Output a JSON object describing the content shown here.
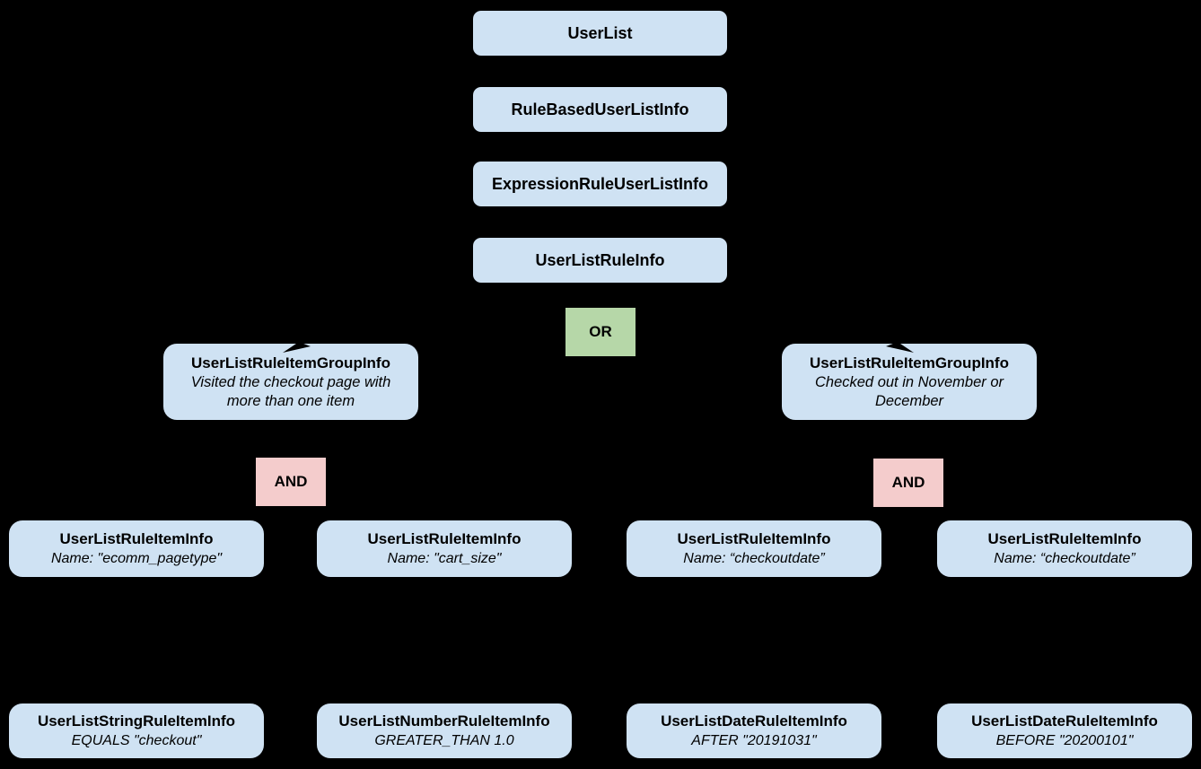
{
  "diagram": {
    "background_color": "#000000",
    "colors": {
      "node_fill": "#cfe2f3",
      "or_fill": "#b6d7a8",
      "and_fill": "#f4cccc",
      "text": "#000000"
    },
    "chain": [
      {
        "label": "UserList"
      },
      {
        "label": "RuleBasedUserListInfo"
      },
      {
        "label": "ExpressionRuleUserListInfo"
      },
      {
        "label": "UserListRuleInfo"
      }
    ],
    "operators": {
      "or": "OR",
      "and_left": "AND",
      "and_right": "AND"
    },
    "groups": [
      {
        "title": "UserListRuleItemGroupInfo",
        "description": "Visited the checkout page with more than one item"
      },
      {
        "title": "UserListRuleItemGroupInfo",
        "description": "Checked out in November or December"
      }
    ],
    "rule_items": [
      {
        "title": "UserListRuleItemInfo",
        "subtitle": "Name: \"ecomm_pagetype\""
      },
      {
        "title": "UserListRuleItemInfo",
        "subtitle": "Name: \"cart_size\""
      },
      {
        "title": "UserListRuleItemInfo",
        "subtitle": "Name: “checkoutdate”"
      },
      {
        "title": "UserListRuleItemInfo",
        "subtitle": "Name: “checkoutdate”"
      }
    ],
    "leaf_items": [
      {
        "title": "UserListStringRuleItemInfo",
        "subtitle": "EQUALS \"checkout\""
      },
      {
        "title": "UserListNumberRuleItemInfo",
        "subtitle": "GREATER_THAN 1.0"
      },
      {
        "title": "UserListDateRuleItemInfo",
        "subtitle": "AFTER \"20191031\""
      },
      {
        "title": "UserListDateRuleItemInfo",
        "subtitle": "BEFORE \"20200101\""
      }
    ]
  }
}
